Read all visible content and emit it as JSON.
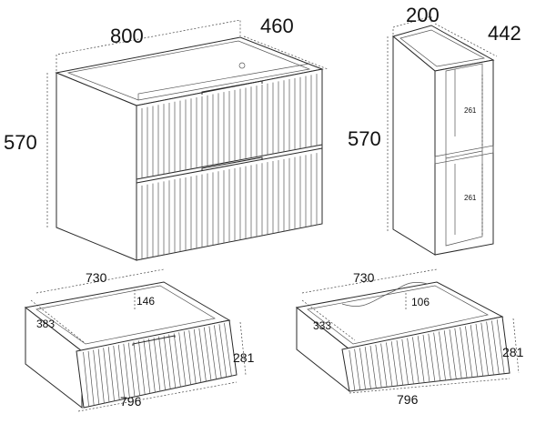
{
  "cabinet": {
    "width": "800",
    "depth": "460",
    "height": "570"
  },
  "side_cabinet": {
    "width": "200",
    "depth": "442",
    "height": "570",
    "shelf_upper": "261",
    "shelf_lower": "261"
  },
  "drawer_left": {
    "inner_width": "730",
    "cutout_depth": "146",
    "depth": "383",
    "front_width": "796",
    "front_height": "281"
  },
  "drawer_right": {
    "inner_width": "730",
    "cutout_depth": "106",
    "depth": "333",
    "front_width": "796",
    "front_height": "281"
  }
}
